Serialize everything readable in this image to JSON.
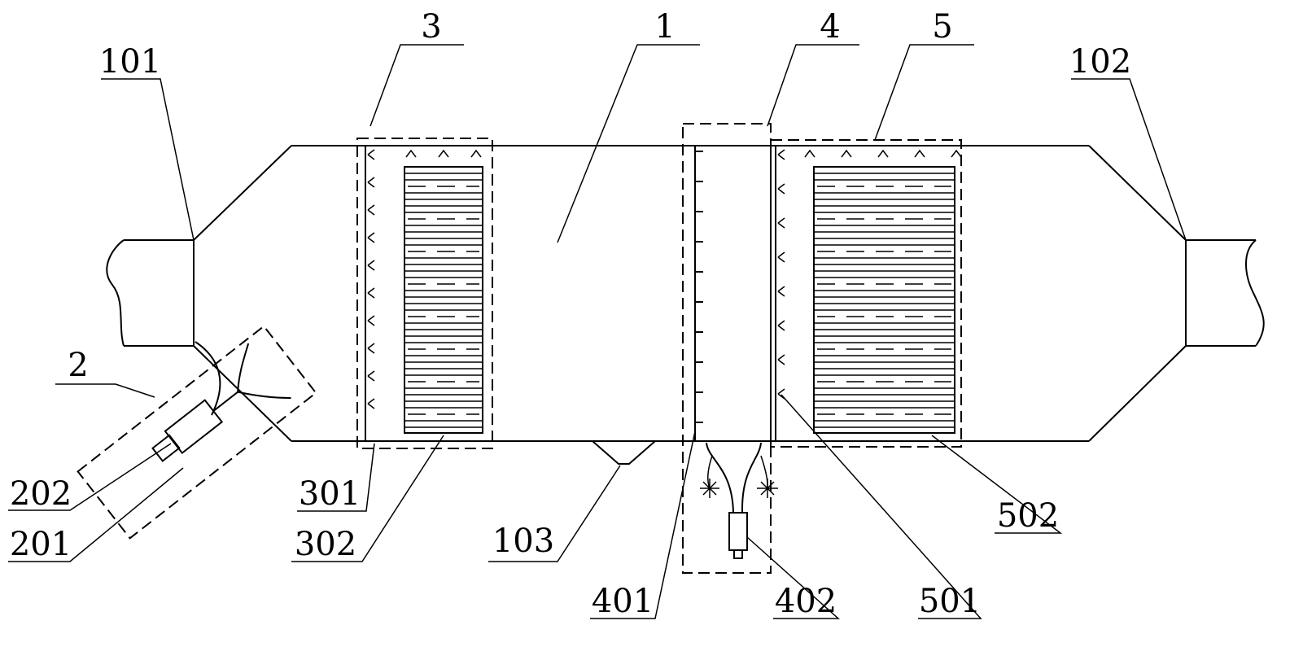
{
  "labels": {
    "l1": "1",
    "l2": "2",
    "l3": "3",
    "l4": "4",
    "l5": "5",
    "l101": "101",
    "l102": "102",
    "l103": "103",
    "l201": "201",
    "l202": "202",
    "l301": "301",
    "l302": "302",
    "l401": "401",
    "l402": "402",
    "l501": "501",
    "l502": "502"
  }
}
